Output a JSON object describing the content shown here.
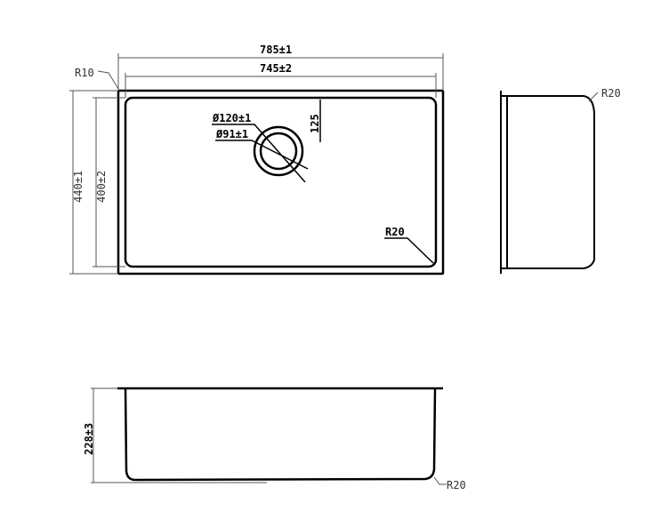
{
  "top_view": {
    "overall_length": "785±1",
    "inner_length": "745±2",
    "overall_width": "440±1",
    "inner_width": "400±2",
    "corner_radius_outer": "R10",
    "corner_radius_inner": "R20",
    "drain_outer": "Ø120±1",
    "drain_inner": "Ø91±1",
    "drain_offset": "125"
  },
  "side_view": {
    "radius": "R20"
  },
  "front_view": {
    "depth": "228±3",
    "radius": "R20"
  }
}
